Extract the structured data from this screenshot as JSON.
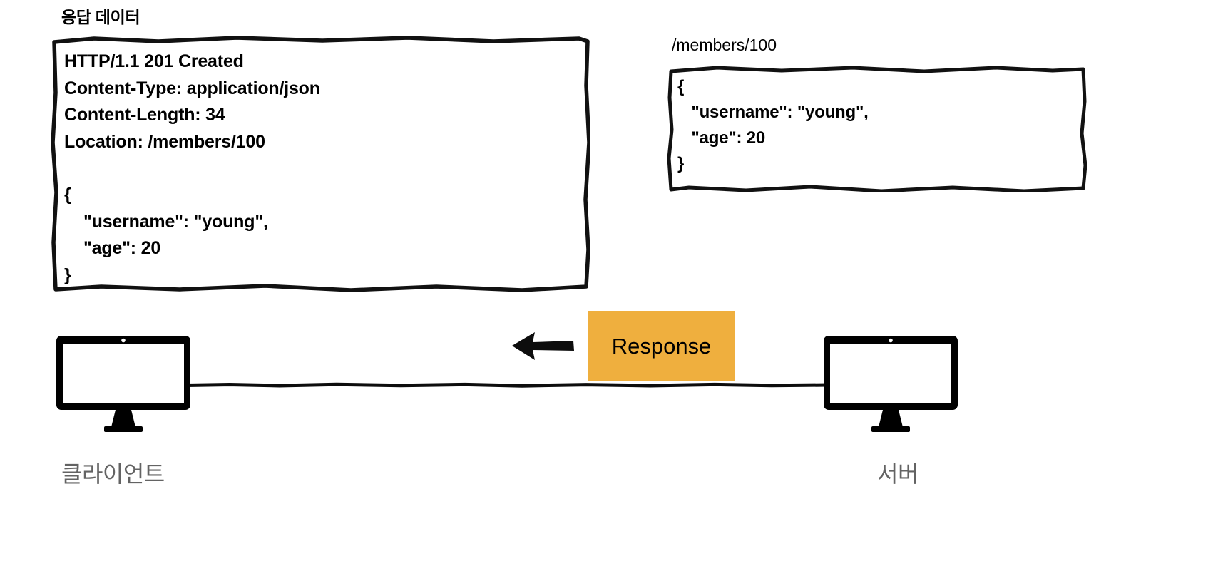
{
  "diagram": {
    "title": "응답 데이터",
    "type": "http-response-flow"
  },
  "response_box": {
    "name": "response-data-box",
    "lines": [
      "HTTP/1.1 201 Created",
      "Content-Type: application/json",
      "Content-Length: 34",
      "Location: /members/100",
      "",
      "{",
      "    \"username\": \"young\",",
      "    \"age\": 20",
      "}"
    ],
    "status_line": "HTTP/1.1 201 Created",
    "headers": {
      "Content-Type": "application/json",
      "Content-Length": "34",
      "Location": "/members/100"
    },
    "body": {
      "username": "young",
      "age": 20
    }
  },
  "resource_box": {
    "label": "/members/100",
    "lines": [
      "{",
      "   \"username\": \"young\",",
      "   \"age\": 20",
      "}"
    ],
    "body": {
      "username": "young",
      "age": 20
    }
  },
  "flow": {
    "chip_label": "Response",
    "direction": "server-to-client",
    "arrow_icon": "arrow-left-icon"
  },
  "nodes": [
    {
      "id": "client",
      "label": "클라이언트",
      "icon": "monitor-icon"
    },
    {
      "id": "server",
      "label": "서버",
      "icon": "monitor-icon"
    }
  ],
  "colors": {
    "accent_orange": "#EFAF3E",
    "ink": "#000000",
    "label_gray": "#636363",
    "background": "#FFFFFF"
  }
}
